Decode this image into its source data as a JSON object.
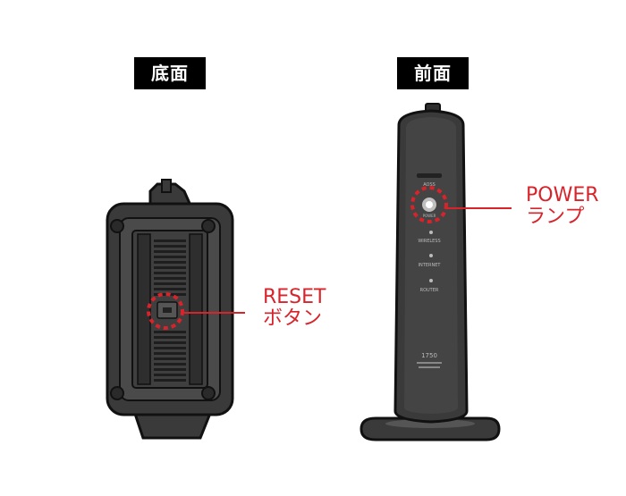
{
  "views": {
    "bottom": {
      "label": "底面"
    },
    "front": {
      "label": "前面"
    }
  },
  "callouts": {
    "reset": {
      "line1": "RESET",
      "line2": "ボタン"
    },
    "power": {
      "line1": "POWER",
      "line2": "ランプ"
    }
  },
  "device_front": {
    "model_number": "1750"
  },
  "colors": {
    "callout": "#d9232b",
    "device_dark": "#3a3a3a",
    "device_outline": "#111111",
    "label_bg": "#000000"
  }
}
